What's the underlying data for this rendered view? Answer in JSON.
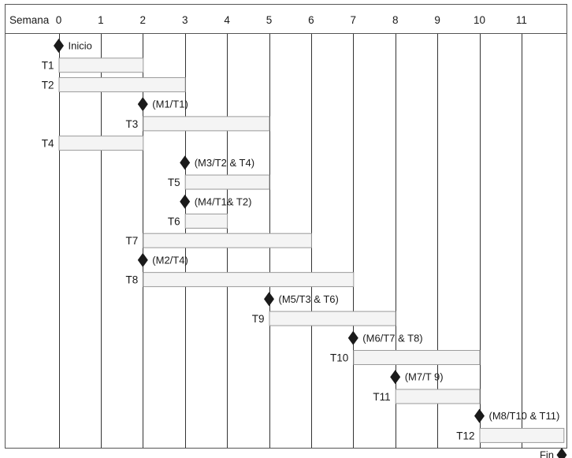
{
  "chart_data": {
    "type": "gantt",
    "xlabel": "Semana",
    "x_ticks": [
      0,
      1,
      2,
      3,
      4,
      5,
      6,
      7,
      8,
      9,
      10,
      11
    ],
    "xlim": [
      0,
      12
    ],
    "grid": true,
    "rows": [
      {
        "kind": "milestone",
        "at": 0,
        "label": "Inicio",
        "side": "right"
      },
      {
        "kind": "task",
        "name": "T1",
        "start": 0,
        "end": 2
      },
      {
        "kind": "task",
        "name": "T2",
        "start": 0,
        "end": 3
      },
      {
        "kind": "milestone",
        "at": 2,
        "label": "(M1/T1)",
        "side": "right"
      },
      {
        "kind": "task",
        "name": "T3",
        "start": 2,
        "end": 5
      },
      {
        "kind": "task",
        "name": "T4",
        "start": 0,
        "end": 2
      },
      {
        "kind": "milestone",
        "at": 3,
        "label": "(M3/T2 & T4)",
        "side": "right"
      },
      {
        "kind": "task",
        "name": "T5",
        "start": 3,
        "end": 5
      },
      {
        "kind": "milestone",
        "at": 3,
        "label": "(M4/T1& T2)",
        "side": "right"
      },
      {
        "kind": "task",
        "name": "T6",
        "start": 3,
        "end": 4
      },
      {
        "kind": "task",
        "name": "T7",
        "start": 2,
        "end": 6
      },
      {
        "kind": "milestone",
        "at": 2,
        "label": "(M2/T4)",
        "side": "right"
      },
      {
        "kind": "task",
        "name": "T8",
        "start": 2,
        "end": 7
      },
      {
        "kind": "milestone",
        "at": 5,
        "label": "(M5/T3 & T6)",
        "side": "right"
      },
      {
        "kind": "task",
        "name": "T9",
        "start": 5,
        "end": 8
      },
      {
        "kind": "milestone",
        "at": 7,
        "label": "(M6/T7 & T8)",
        "side": "right"
      },
      {
        "kind": "task",
        "name": "T10",
        "start": 7,
        "end": 10
      },
      {
        "kind": "milestone",
        "at": 8,
        "label": "(M7/T 9)",
        "side": "right"
      },
      {
        "kind": "task",
        "name": "T11",
        "start": 8,
        "end": 10
      },
      {
        "kind": "milestone",
        "at": 10,
        "label": "(M8/T10 & T11)",
        "side": "right"
      },
      {
        "kind": "task",
        "name": "T12",
        "start": 10,
        "end": 12
      },
      {
        "kind": "milestone",
        "at": 12,
        "label": "Fin",
        "side": "left"
      }
    ]
  }
}
